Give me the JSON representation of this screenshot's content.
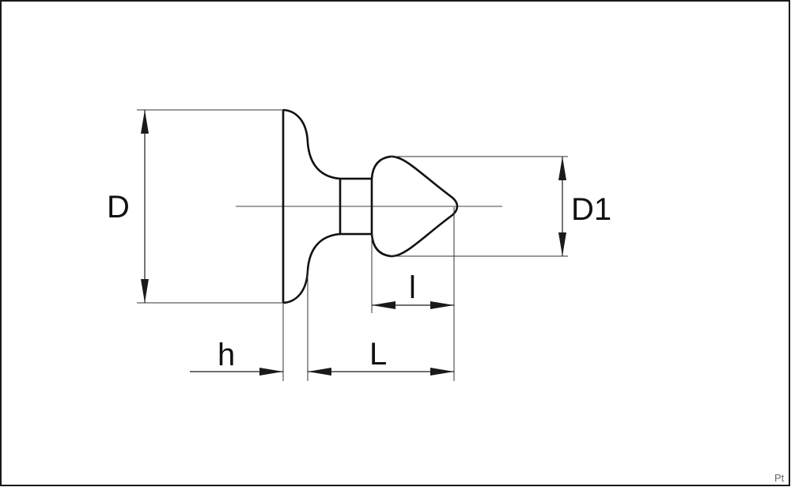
{
  "labels": {
    "D": "D",
    "D1": "D1",
    "h": "h",
    "L": "L",
    "l": "l"
  },
  "watermark": "Pt",
  "colors": {
    "line": "#1a1a1a",
    "dim": "#333333",
    "background": "#ffffff"
  }
}
